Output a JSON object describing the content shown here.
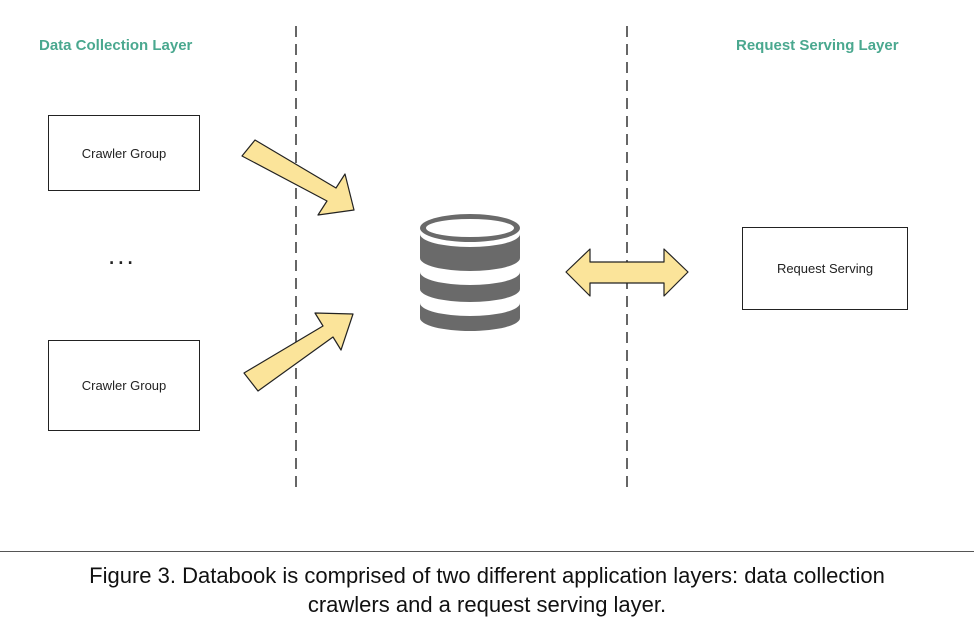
{
  "layers": {
    "left_title": "Data Collection Layer",
    "right_title": "Request Serving Layer"
  },
  "nodes": {
    "crawler_top": "Crawler Group",
    "ellipsis": "...",
    "crawler_bottom": "Crawler Group",
    "request_serving": "Request Serving"
  },
  "icons": {
    "database": "database-icon",
    "arrow": "block-arrow"
  },
  "colors": {
    "layer_title": "#4aa88f",
    "arrow_fill": "#fbe49a",
    "database": "#6a6a6a"
  },
  "caption": {
    "line1": "Figure 3. Databook is comprised of two different application layers: data collection",
    "line2": "crawlers and a request serving layer."
  }
}
